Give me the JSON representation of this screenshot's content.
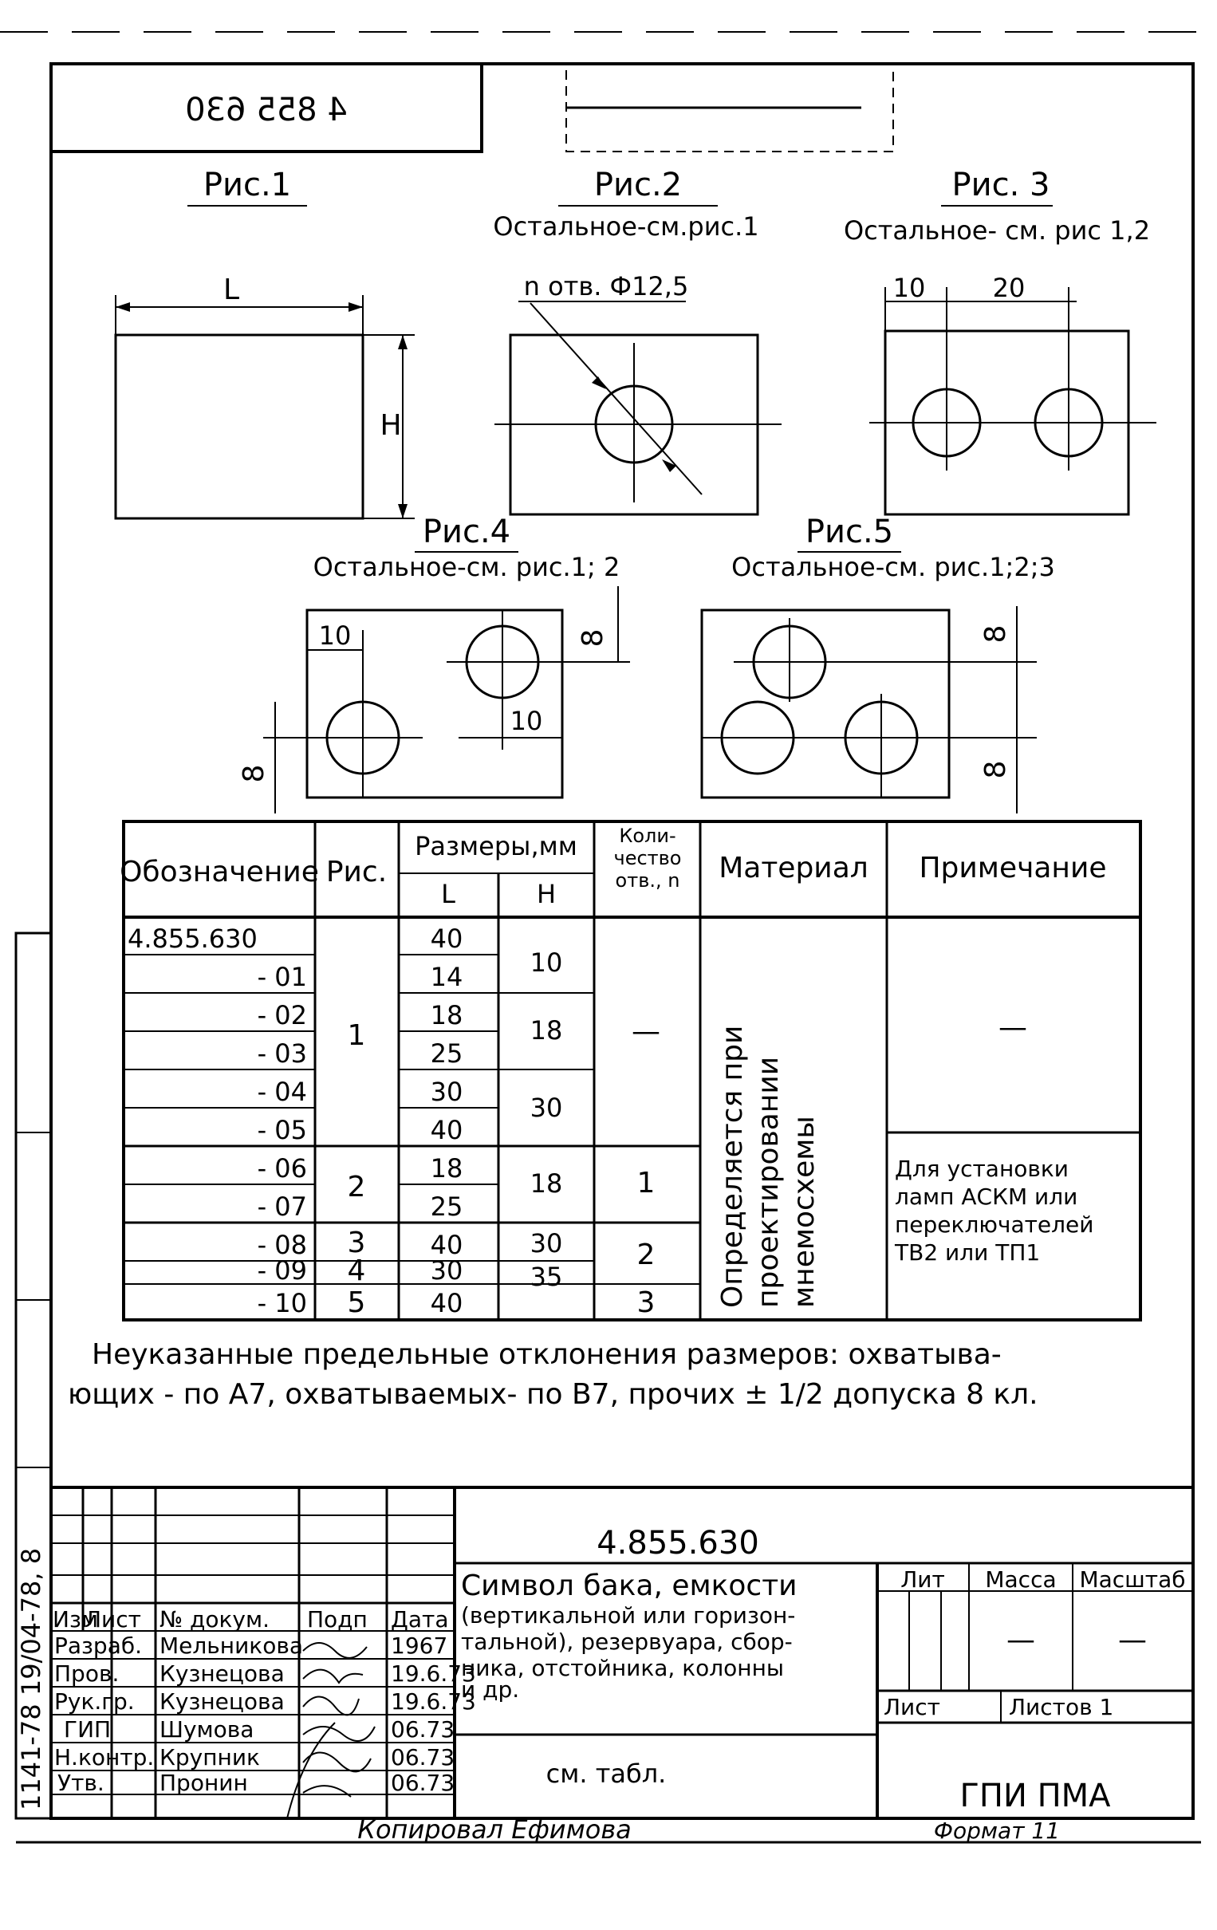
{
  "header": {
    "number_mirrored": "4 855 630"
  },
  "figures": [
    {
      "title": "Рис.1",
      "note": "",
      "dim_l": "L",
      "dim_h": "H"
    },
    {
      "title": "Рис.2",
      "note": "Остальное-см.рис.1",
      "hole_label": "n отв. Ф12,5"
    },
    {
      "title": "Рис. 3",
      "note": "Остальное- см. рис 1,2",
      "dim_a": "10",
      "dim_b": "20"
    },
    {
      "title": "Рис.4",
      "note": "Остальное-см. рис.1; 2",
      "dim_a": "10",
      "dim_b": "10",
      "dim_c": "8",
      "dim_d": "8"
    },
    {
      "title": "Рис.5",
      "note": "Остальное-см. рис.1;2;3",
      "dim_a": "8",
      "dim_b": "8"
    }
  ],
  "table": {
    "headers": {
      "designation": "Обозначение",
      "fig": "Рис.",
      "sizes": "Размеры,мм",
      "L": "L",
      "H": "H",
      "holes": "Коли-чество отв., n",
      "material": "Материал",
      "note": "Примечание"
    },
    "rows": [
      {
        "designation": "4.855.630",
        "L": "40"
      },
      {
        "designation": "- 01",
        "L": "14"
      },
      {
        "designation": "- 02",
        "L": "18"
      },
      {
        "designation": "- 03",
        "L": "25"
      },
      {
        "designation": "- 04",
        "L": "30"
      },
      {
        "designation": "- 05",
        "L": "40"
      },
      {
        "designation": "- 06",
        "L": "18"
      },
      {
        "designation": "- 07",
        "L": "25"
      },
      {
        "designation": "- 08",
        "L": "40"
      },
      {
        "designation": "- 09",
        "L": "30"
      },
      {
        "designation": "- 10",
        "L": "40"
      }
    ],
    "fig_groups": [
      "1",
      "2",
      "3",
      "4",
      "5"
    ],
    "h_groups": [
      "10",
      "18",
      "30",
      "18",
      "30",
      "35"
    ],
    "holes_groups": [
      "—",
      "1",
      "2",
      "3"
    ],
    "material_line1": "Определяется при",
    "material_line2": "проектировании",
    "material_line3": "мнемосхемы",
    "note_dash": "—",
    "note_line1": "Для установки",
    "note_line2": "ламп АСКМ или",
    "note_line3": "переключателей",
    "note_line4": "ТВ2 или ТП1"
  },
  "tolerance_line1": "Неуказанные предельные отклонения размеров: охватыва-",
  "tolerance_line2": "ющих - по А7, охватываемых- по В7, прочих ± 1/2 допуска 8 кл.",
  "side_stamp": "1141-78  19/04-78, 8",
  "title_block": {
    "number": "4.855.630",
    "name_lines": [
      "Символ бака, емкости",
      "(вертикальной или горизон-",
      "тальной), резервуара, сбор-",
      "ника, отстойника, колонны",
      "и др."
    ],
    "material": "см. табл.",
    "lit_label": "Лит",
    "mass_label": "Масса",
    "scale_label": "Масштаб",
    "mass_value": "—",
    "scale_value": "—",
    "sheet_label": "Лист",
    "sheets_label": "Листов 1",
    "org": "ГПИ ПМА",
    "col_izm": "Изм",
    "col_list": "Лист",
    "col_doc": "№ докум.",
    "col_sign": "Подп",
    "col_date": "Дата",
    "people": [
      {
        "role": "Разраб.",
        "name": "Мельникова",
        "date": "1967"
      },
      {
        "role": "Пров.",
        "name": "Кузнецова",
        "date": "19.6.73"
      },
      {
        "role": "Рук.гр.",
        "name": "Кузнецова",
        "date": "19.6.73"
      },
      {
        "role": "ГИП",
        "name": "Шумова",
        "date": "06.73"
      },
      {
        "role": "Н.контр.",
        "name": "Крупник",
        "date": "06.73"
      },
      {
        "role": "Утв.",
        "name": "Пронин",
        "date": "06.73"
      }
    ]
  },
  "copied_by": "Копировал Ефимова",
  "format": "Формат 11"
}
